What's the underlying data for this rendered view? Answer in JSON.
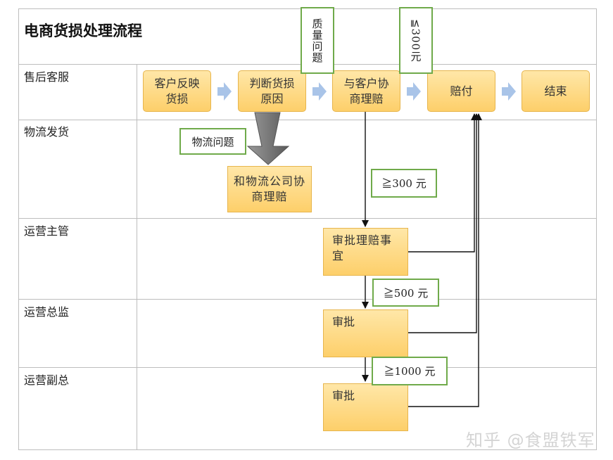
{
  "title": "电商货损处理流程",
  "lanes": [
    "售后客服",
    "物流发货",
    "运营主管",
    "运营总监",
    "运营副总"
  ],
  "steps": {
    "s1": "客户反映货损",
    "s2": "判断货损原因",
    "s3": "与客户协商理赔",
    "s4": "赔付",
    "s5": "结束",
    "logistics": "和物流公司协商理赔",
    "approve1": "审批理赔事宜",
    "approve2": "审批",
    "approve3": "审批"
  },
  "notes": {
    "quality": "质量问题",
    "le300": "≦300元",
    "logistics_issue": "物流问题",
    "ge300": "≧300 元",
    "ge500": "≧500 元",
    "ge1000": "≧1000 元"
  },
  "watermark": "知乎 @食盟铁军",
  "colors": {
    "box_fill": "#fdcf6a",
    "box_border": "#e7b54d",
    "note_border": "#6faa4a",
    "arrow_blue": "#a9c4e8",
    "grid": "#bdbdbd"
  }
}
